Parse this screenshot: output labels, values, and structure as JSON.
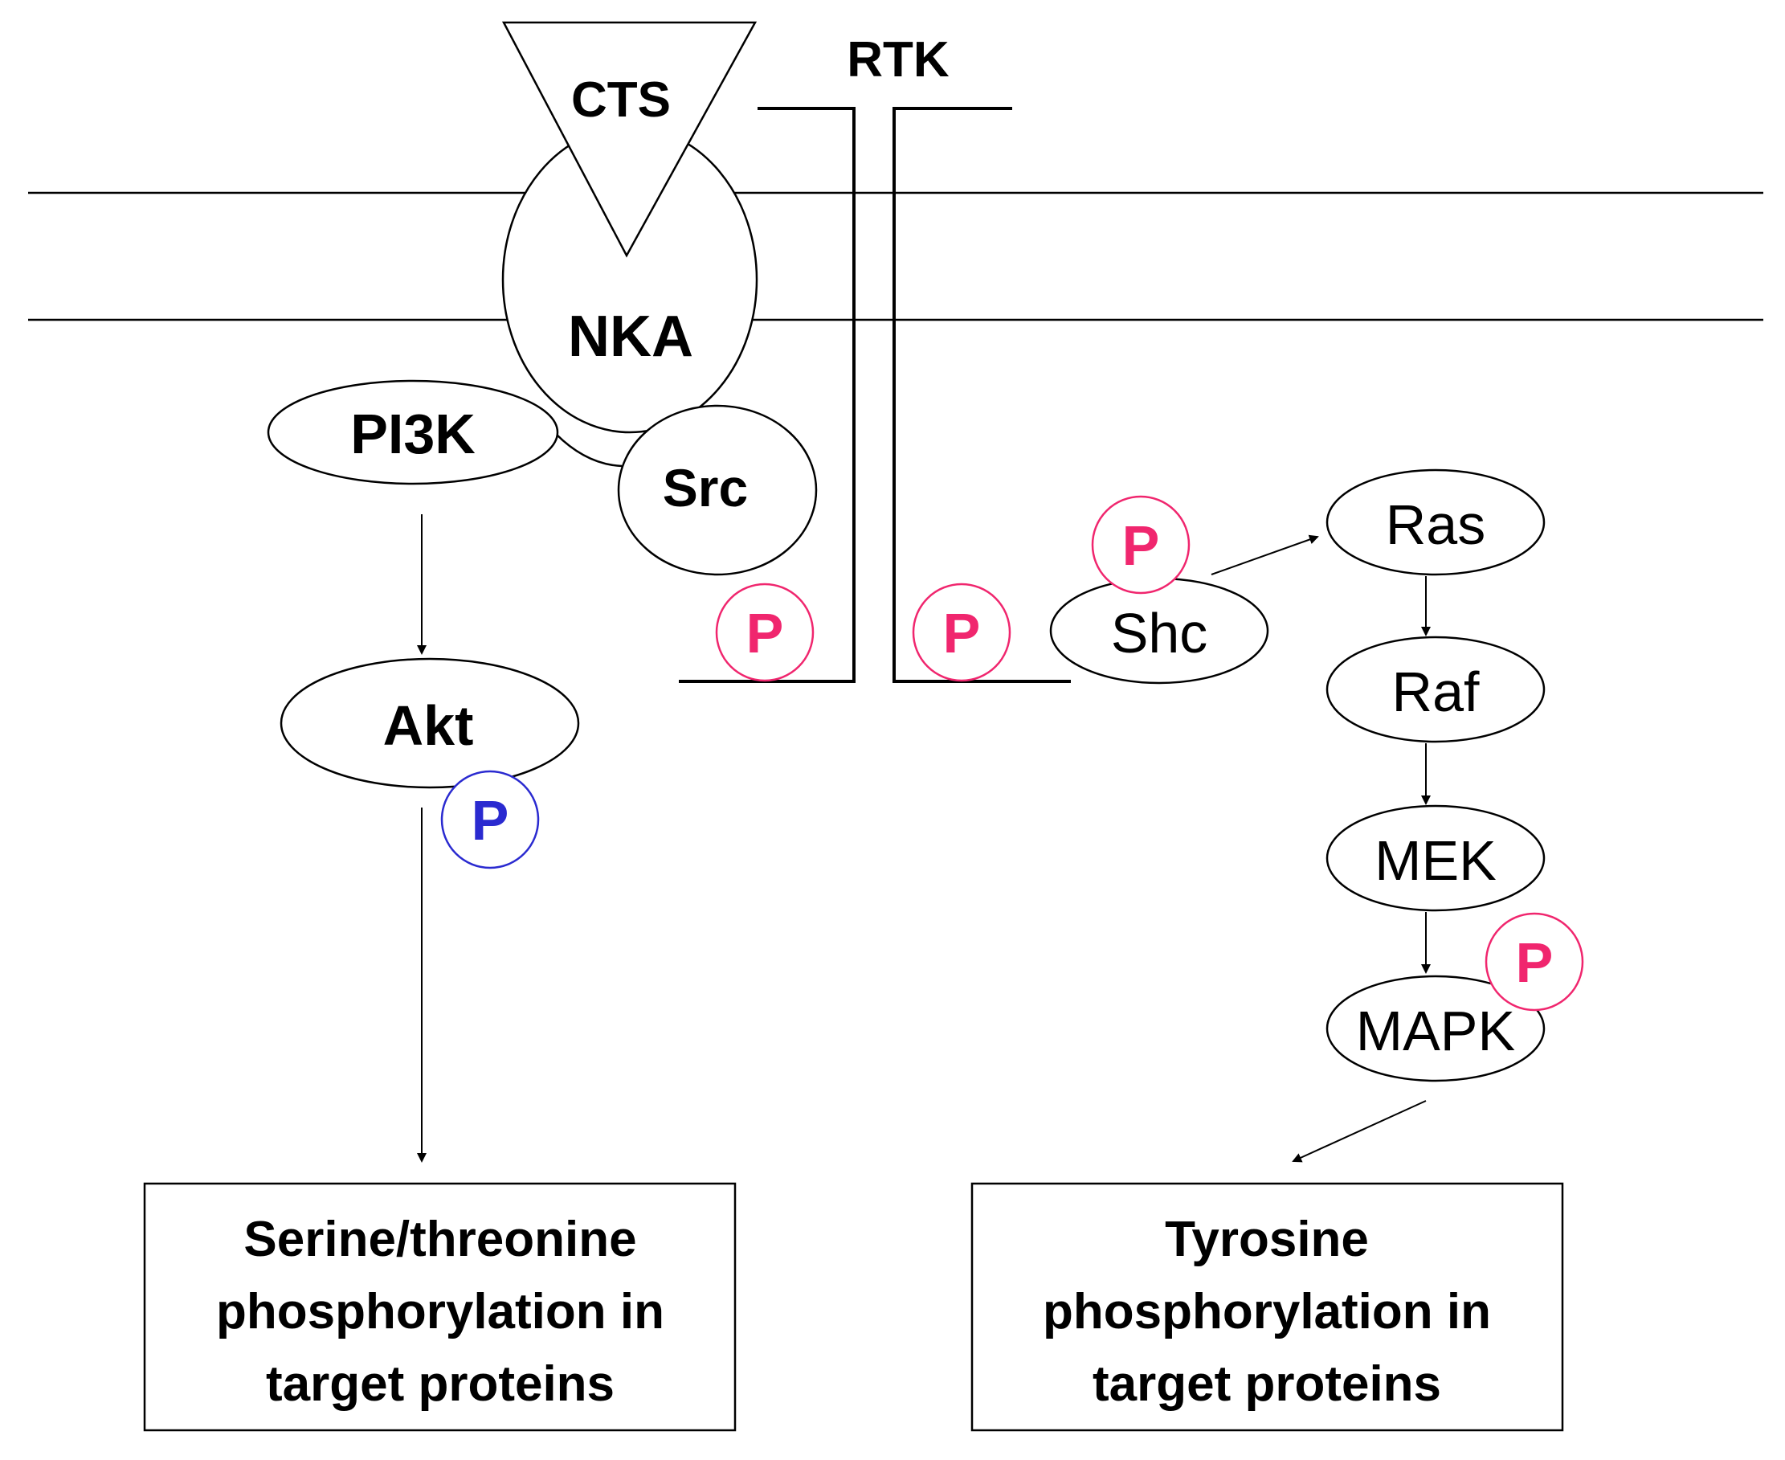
{
  "labels": {
    "cts": "CTS",
    "rtk": "RTK",
    "nka": "NKA",
    "pi3k": "PI3K",
    "src": "Src",
    "akt": "Akt",
    "shc": "Shc",
    "ras": "Ras",
    "raf": "Raf",
    "mek": "MEK",
    "mapk": "MAPK"
  },
  "phospho_label": "P",
  "colors": {
    "pink": "#f0266e",
    "blue": "#2a2ad0",
    "stroke": "#000000"
  },
  "boxes": {
    "left": [
      "Serine/threonine",
      "phosphorylation in",
      "target proteins"
    ],
    "right": [
      "Tyrosine",
      "phosphorylation in",
      "target proteins"
    ]
  }
}
